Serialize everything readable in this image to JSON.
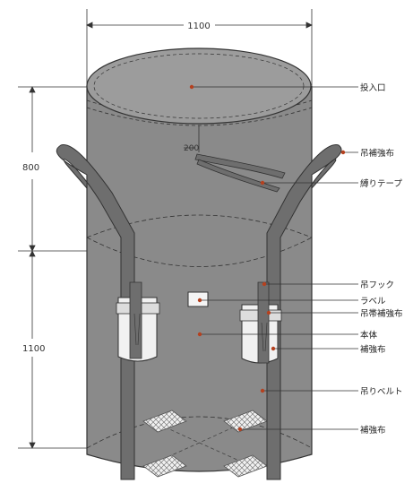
{
  "dimensions": {
    "top_width": "1100",
    "upper_height": "800",
    "lower_height": "1100",
    "tape_offset": "200"
  },
  "labels": {
    "inlet": "投入口",
    "hanging_reinforcement": "吊補強布",
    "binding_tape": "縛りテープ",
    "hook": "吊フック",
    "label": "ラベル",
    "strap_reinforcement": "吊帯補強布",
    "body": "本体",
    "reinforcement_side": "補強布",
    "hanging_belt": "吊りベルト",
    "reinforcement_bottom": "補強布"
  },
  "colors": {
    "bag": "#8a8a8a",
    "bag_top": "#999999",
    "belt": "#6e6e6e",
    "patch": "#f1f1f1",
    "line": "#333333",
    "leader": "#333333",
    "dot": "#b5411f"
  }
}
